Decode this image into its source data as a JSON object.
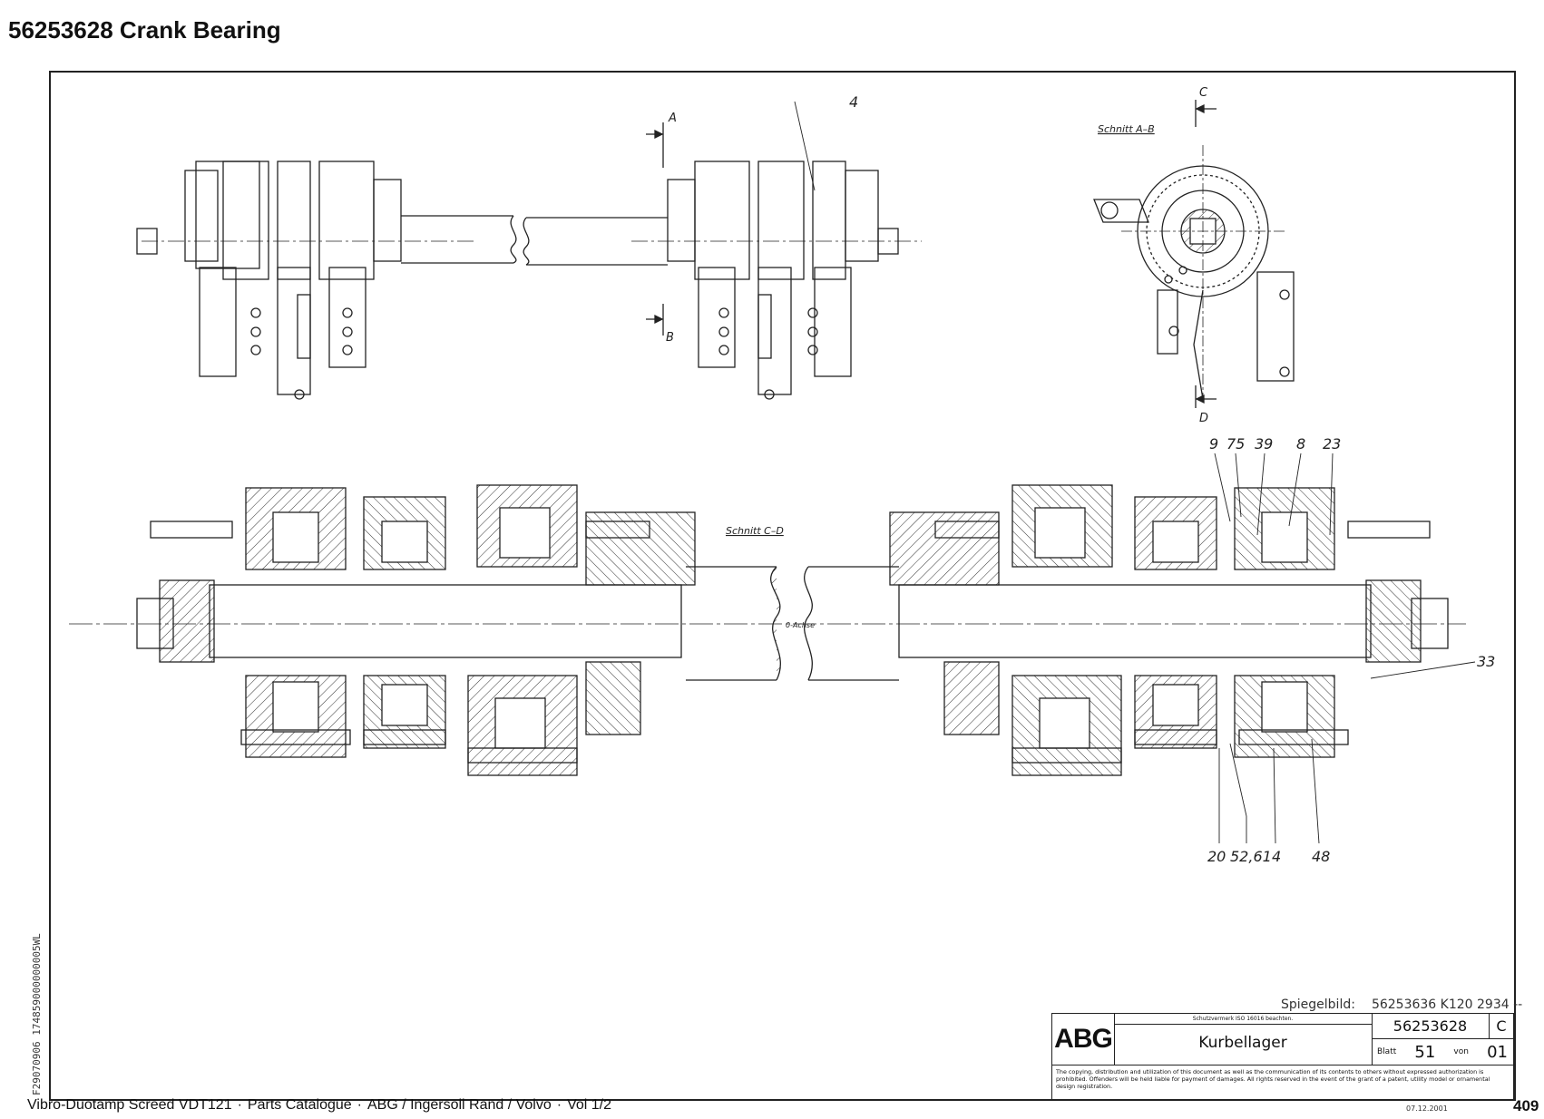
{
  "page": {
    "title": "56253628  Crank Bearing",
    "side_code": "F29070906 174859000000005WL",
    "footer": [
      "Vibro-Duotamp Screed VDT121",
      "Parts Catalogue",
      "ABG / Ingersoll Rand / Volvo",
      "Vol 1/2"
    ],
    "page_number": "409"
  },
  "drawing": {
    "section_labels": {
      "A": "A",
      "B": "B",
      "C": "C",
      "D": "D",
      "schnitt_ab": "Schnitt  A–B",
      "schnitt_cd": "Schnitt  C–D",
      "axis": "0-Achse"
    },
    "callouts": {
      "c4_top": "4",
      "c9": "9",
      "c75": "75",
      "c39": "39",
      "c8": "8",
      "c23": "23",
      "c33": "33",
      "c20": "20",
      "c5261": "52,61",
      "c4": "4",
      "c48": "48"
    }
  },
  "title_block": {
    "mirror_label": "Spiegelbild:",
    "mirror_value": "56253636 K120 2934 --",
    "logo": "ABG",
    "protection_note": "Schutzvermerk ISO 16016 beachten.",
    "name": "Kurbellager",
    "drawing_number": "56253628",
    "revision": "C",
    "sheet_label": "Blatt",
    "sheet": "51",
    "of_label": "von",
    "of": "01",
    "copyright": "The copying, distribution and utilization of this document as well as the communication of its contents to others without expressed authorization is prohibited. Offenders will be held liable for payment of damages. All rights reserved in the event of the grant of a patent, utility model or ornamental design registration.",
    "date": "07.12.2001"
  }
}
